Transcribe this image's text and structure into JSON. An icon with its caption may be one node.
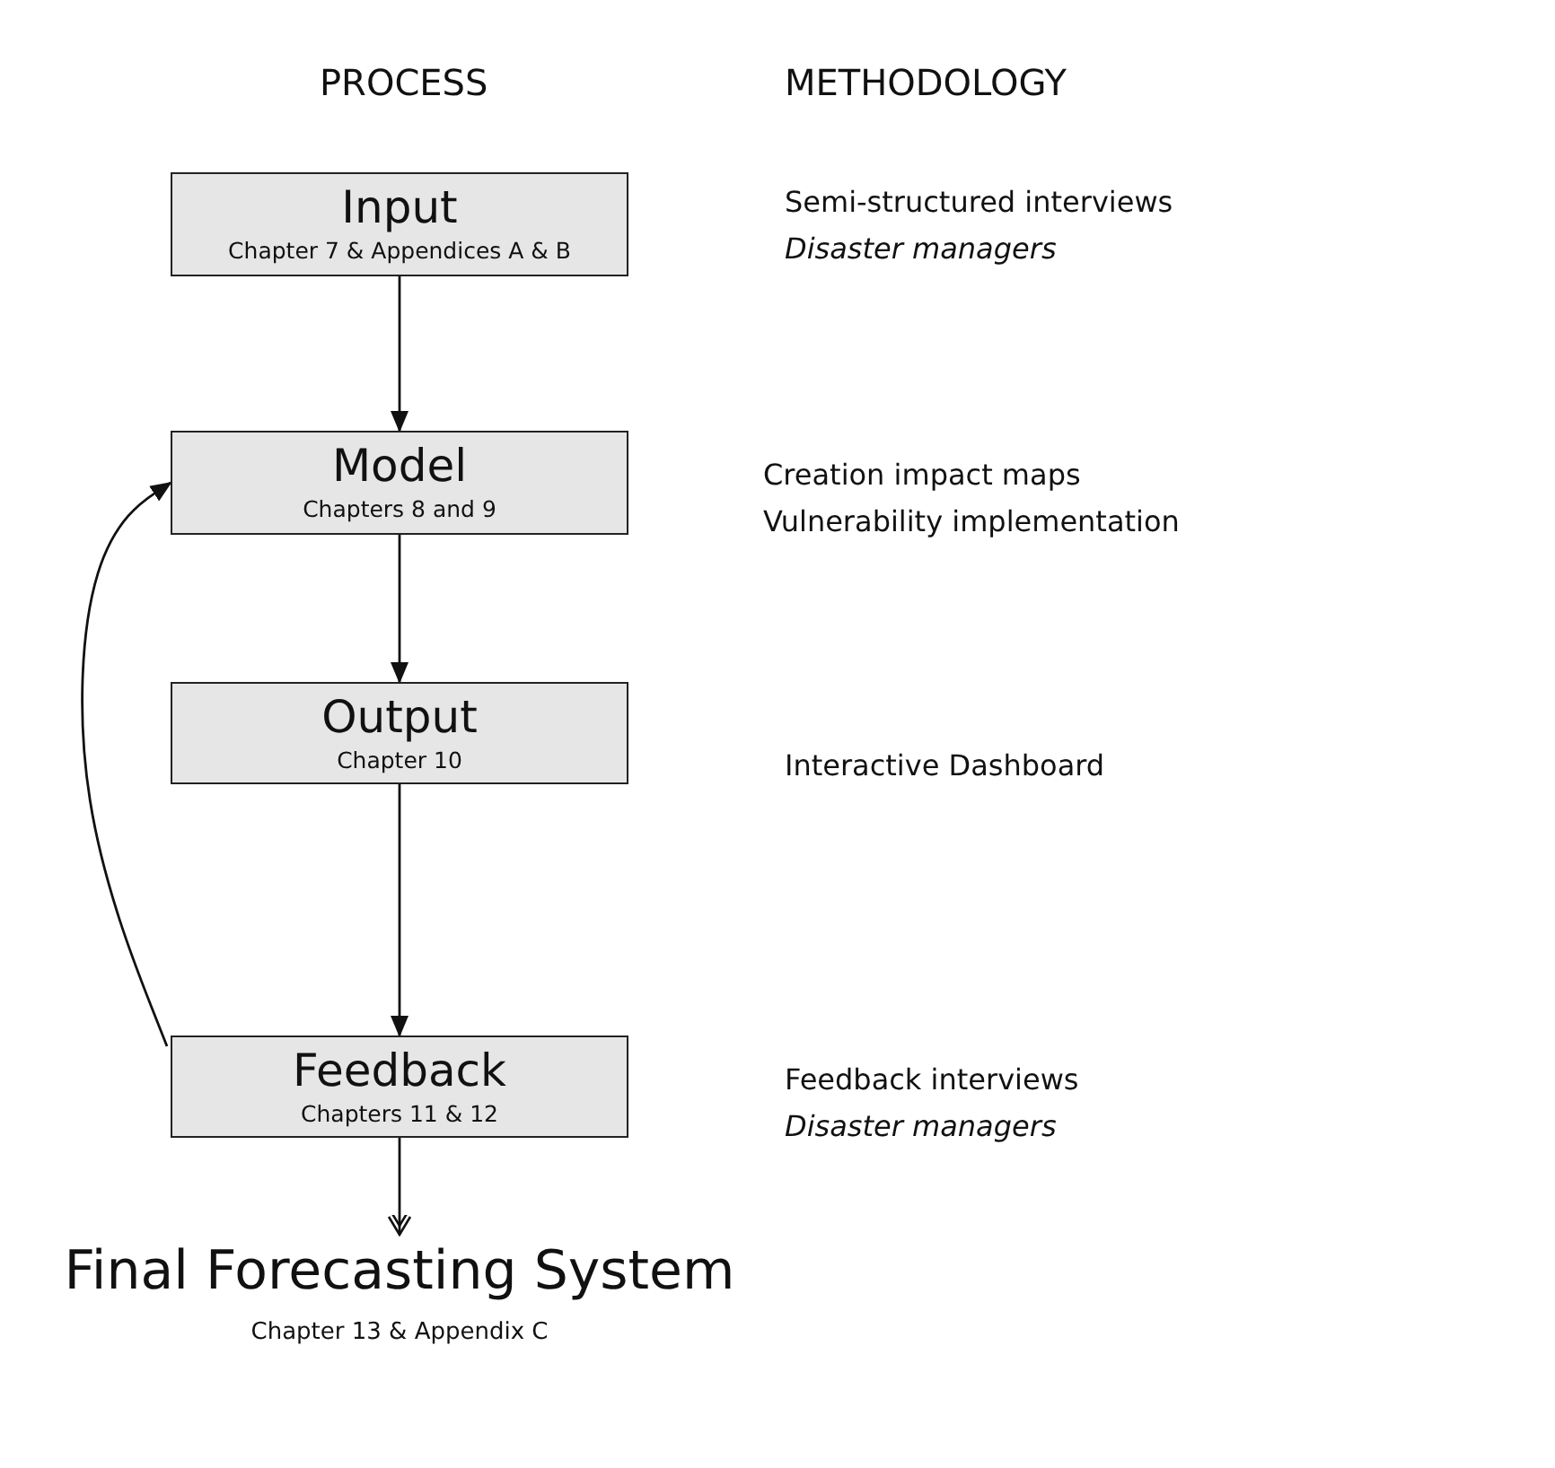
{
  "diagram": {
    "nodes": [
      {
        "text": [
          "Input",
          "Chapter 7 & Appendices A & B"
        ]
      },
      {
        "text": [
          "Model",
          "Chapters 8 and 9"
        ]
      },
      {
        "text": [
          "Output",
          "Chapter 10"
        ]
      },
      {
        "text": [
          "Feedback",
          "Chapters 11 & 12"
        ]
      },
      {
        "text": [
          "Final Forecasting System",
          "Chapter 13 & Appendix C"
        ]
      }
    ],
    "edges": [
      {
        "from": 0,
        "to": 1,
        "arrow": "to"
      },
      {
        "from": 1,
        "to": 2,
        "arrow": "to"
      },
      {
        "from": 2,
        "to": 3,
        "arrow": "to"
      },
      {
        "from": 3,
        "to": 4,
        "arrow": "to"
      },
      {
        "from": 3,
        "to": 1,
        "arrow": "to"
      }
    ],
    "labels": [
      "PROCESS",
      "METHODOLOGY",
      "Semi-structured interviews",
      "*Disaster managers*",
      "Creation impact maps",
      "Vulnerability implementation",
      "Interactive Dashboard",
      "Feedback interviews",
      "*Disaster managers*"
    ]
  }
}
